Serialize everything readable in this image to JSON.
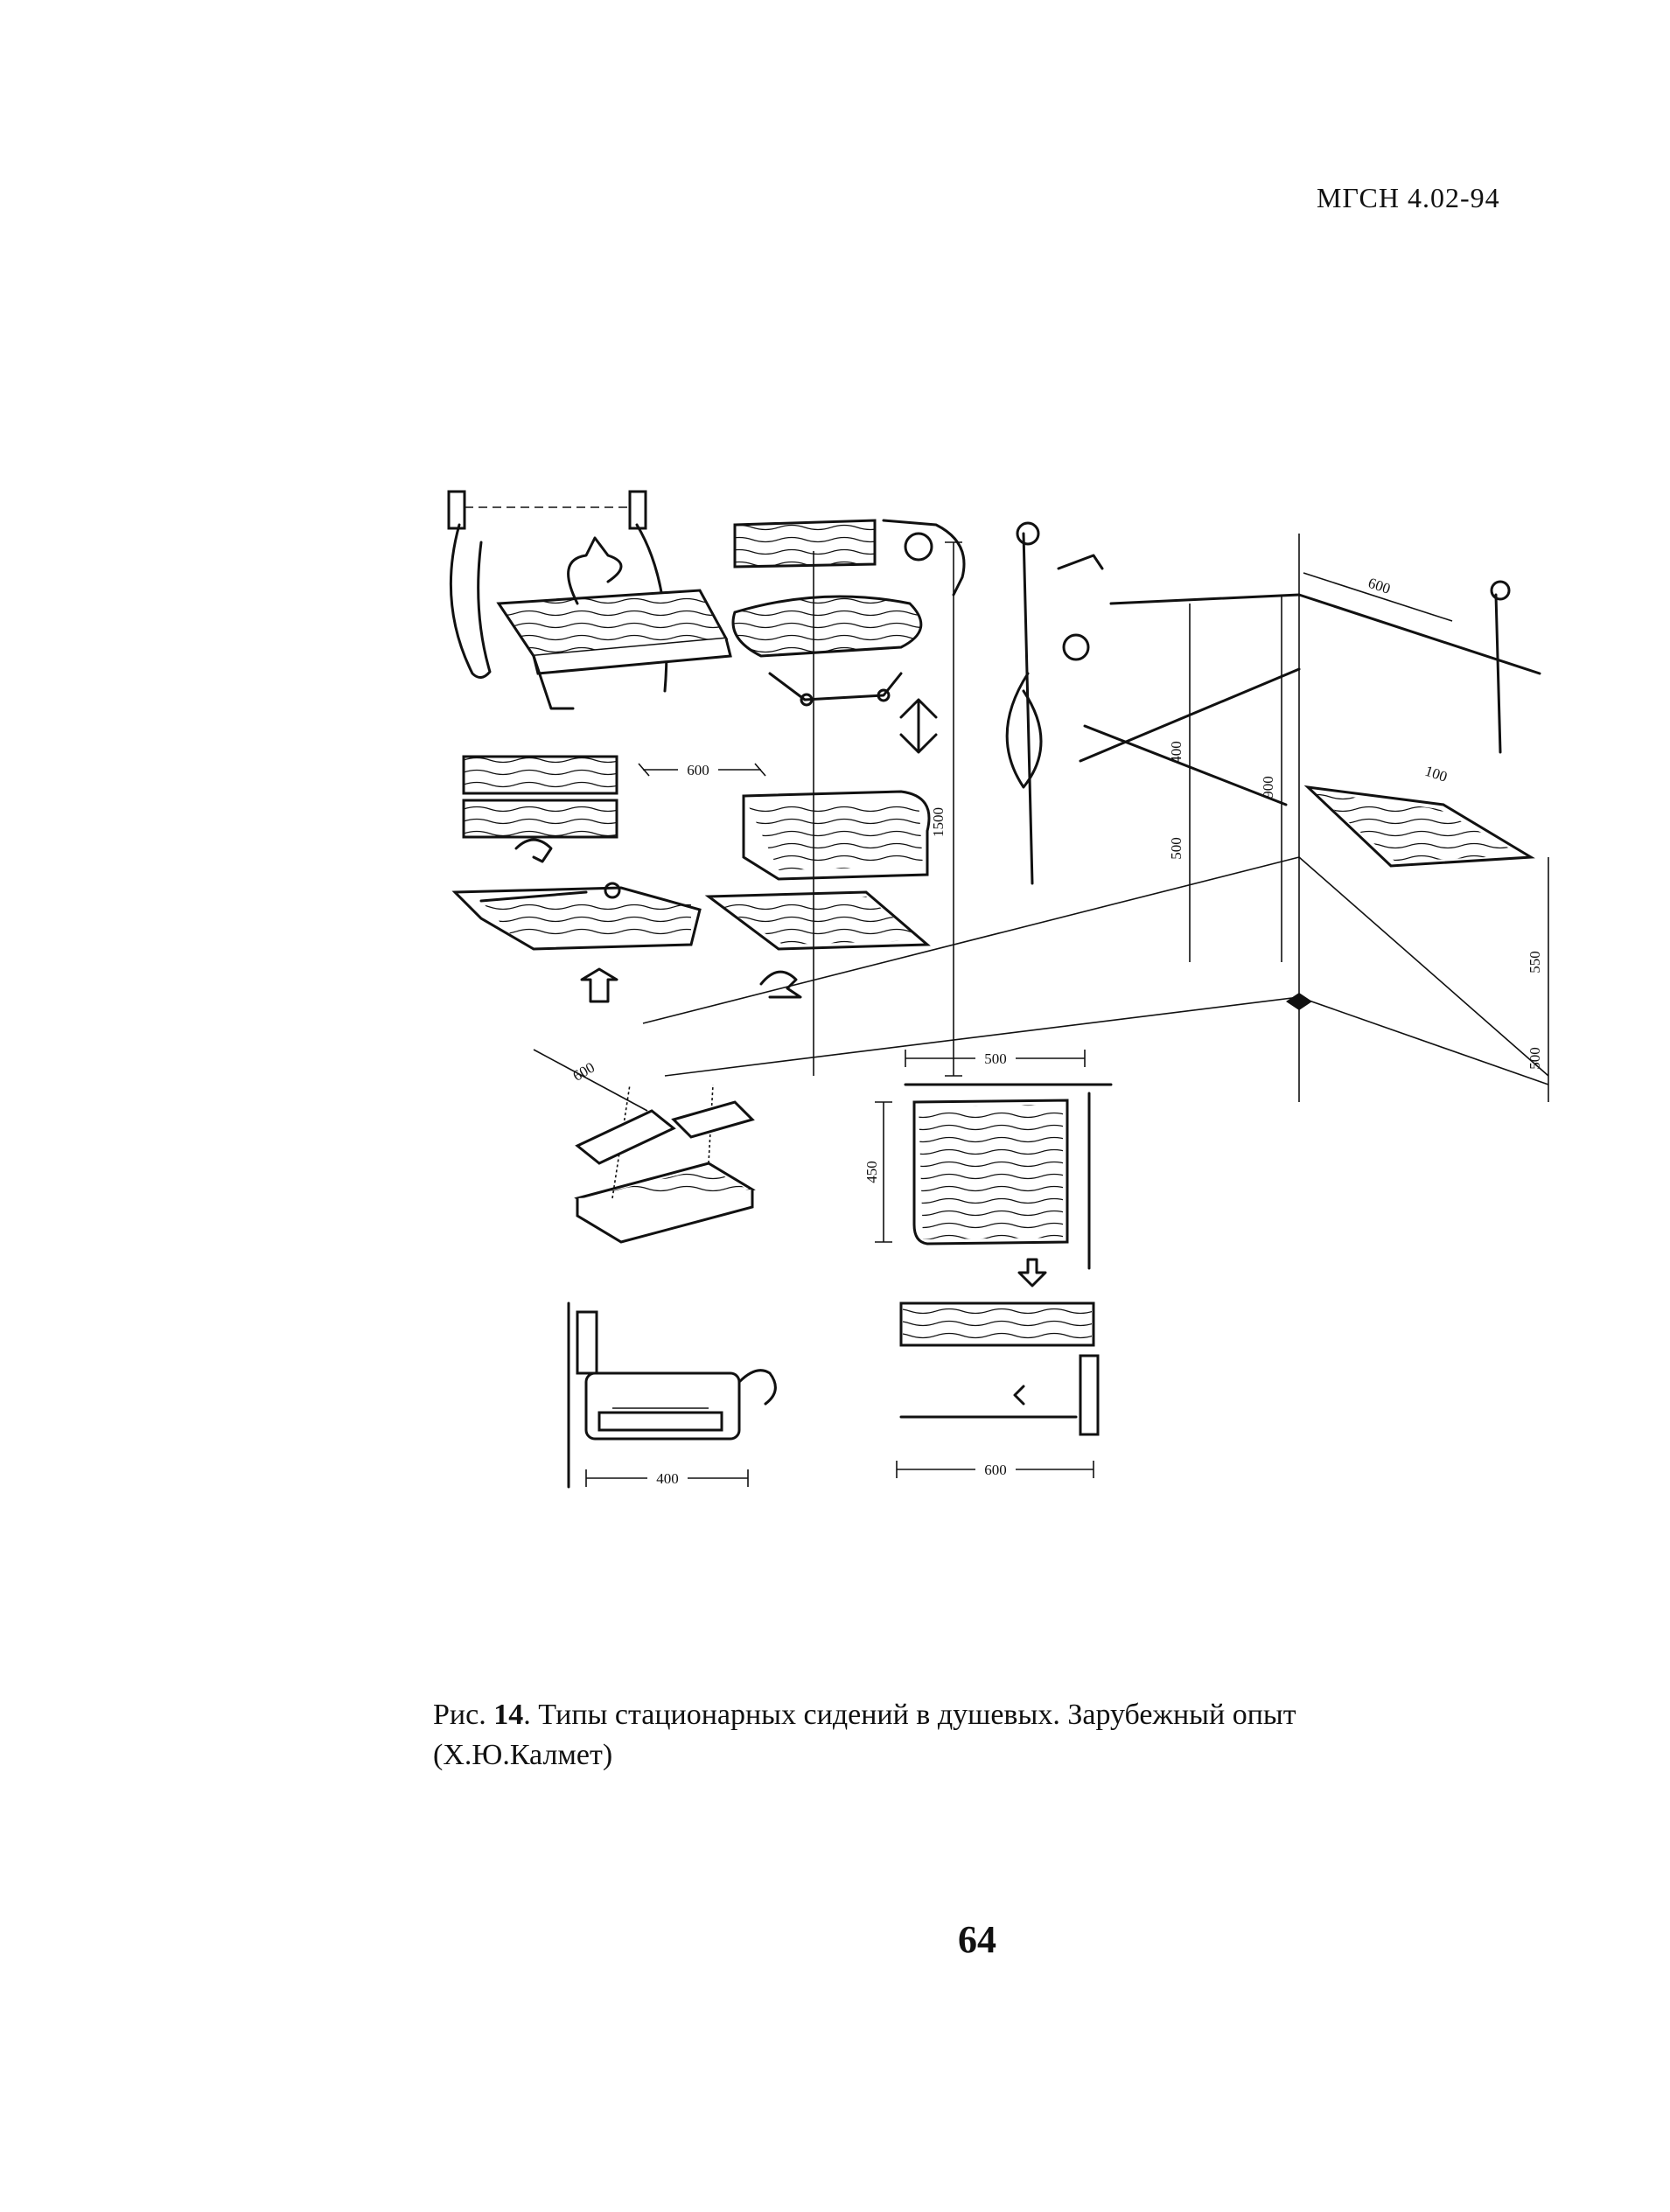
{
  "header": {
    "code": "МГСН 4.02-94"
  },
  "figure": {
    "dimensions": {
      "d600_a": "600",
      "d600_b": "600",
      "d1500": "1500",
      "d400": "400",
      "d900": "900",
      "d500_a": "500",
      "d100": "100",
      "d550": "550",
      "d500_b": "500",
      "d600_c": "600",
      "d500_c": "500",
      "d450": "450",
      "d400_b": "400",
      "d600_d": "600"
    }
  },
  "caption": {
    "prefix": "Рис.",
    "number": "14",
    "text": ". Типы стационарных сидений в душевых. Зарубежный опыт",
    "line2": "(Х.Ю.Калмет)"
  },
  "page_number": "64"
}
